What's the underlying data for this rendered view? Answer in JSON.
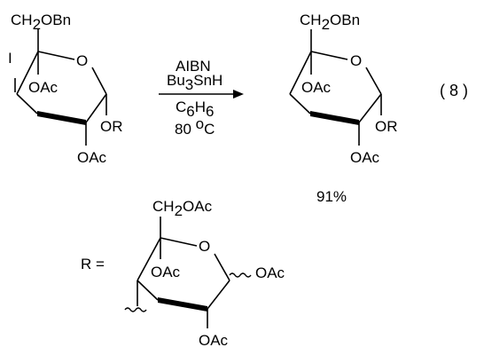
{
  "reactant": {
    "substituent_top": {
      "main": "CH",
      "sub": "2",
      "rest": "OBn"
    },
    "ring_oxygen": "O",
    "iodo": "I",
    "oac_c4": "OAc",
    "or_c1": "OR",
    "oac_c2": "OAc"
  },
  "reagents": {
    "line1": "AIBN",
    "line2": {
      "a": "Bu",
      "sub": "3",
      "b": "SnH"
    },
    "line3": {
      "a": "C",
      "sub1": "6",
      "b": "H",
      "sub2": "6"
    },
    "line4": {
      "a": "80 ",
      "sup": "o",
      "b": "C"
    }
  },
  "product": {
    "substituent_top": {
      "main": "CH",
      "sub": "2",
      "rest": "OBn"
    },
    "ring_oxygen": "O",
    "oac_c4": "OAc",
    "or_c1": "OR",
    "oac_c2": "OAc",
    "yield": "91%"
  },
  "equation_number": "( 8 )",
  "r_group": {
    "label": "R =",
    "substituent_top": {
      "main": "CH",
      "sub": "2",
      "rest": "OAc"
    },
    "ring_oxygen": "O",
    "oac_c4": "OAc",
    "oac_c1": "OAc",
    "oac_c2": "OAc"
  },
  "colors": {
    "ink": "#000000",
    "background": "#ffffff"
  }
}
